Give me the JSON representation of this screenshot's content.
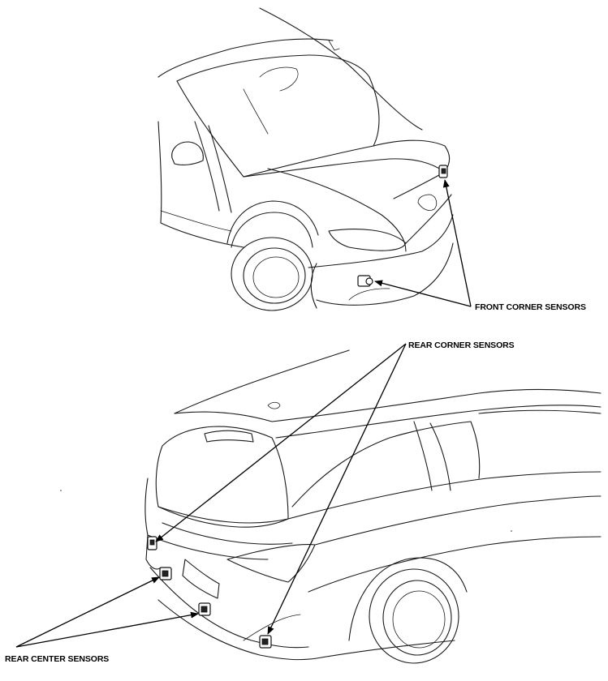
{
  "labels": {
    "front_corner": "FRONT CORNER SENSORS",
    "rear_corner": "REAR CORNER SENSORS",
    "rear_center": "REAR CENTER SENSORS"
  },
  "colors": {
    "line": "#1a1a1a",
    "background": "#ffffff"
  }
}
